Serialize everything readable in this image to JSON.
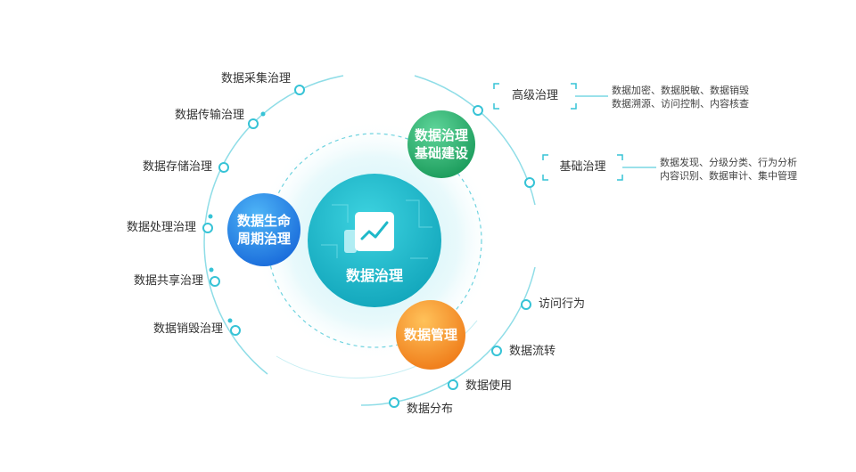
{
  "core": {
    "title": "数据治理",
    "icon": "trend-chart-icon"
  },
  "bubbles": {
    "infrastructure": {
      "line1": "数据治理",
      "line2": "基础建设",
      "color": "#2fb673"
    },
    "lifecycle": {
      "line1": "数据生命",
      "line2": "周期治理",
      "color": "#2a86ea"
    },
    "management": {
      "line1": "数据管理",
      "color": "#f39a2c"
    }
  },
  "lifecycle_items": [
    "数据采集治理",
    "数据传输治理",
    "数据存储治理",
    "数据处理治理",
    "数据共享治理",
    "数据销毁治理"
  ],
  "infrastructure_items": {
    "advanced": {
      "label": "高级治理",
      "desc_line1": "数据加密、数据脱敏、数据销毁",
      "desc_line2": "数据溯源、访问控制、内容核查"
    },
    "basic": {
      "label": "基础治理",
      "desc_line1": "数据发现、分级分类、行为分析",
      "desc_line2": "内容识别、数据审计、集中管理"
    }
  },
  "management_items": [
    "访问行为",
    "数据流转",
    "数据使用",
    "数据分布"
  ],
  "colors": {
    "ring": "#36c3d6",
    "core": "#1fb9c9",
    "accent_dark": "#1c9fb3"
  }
}
